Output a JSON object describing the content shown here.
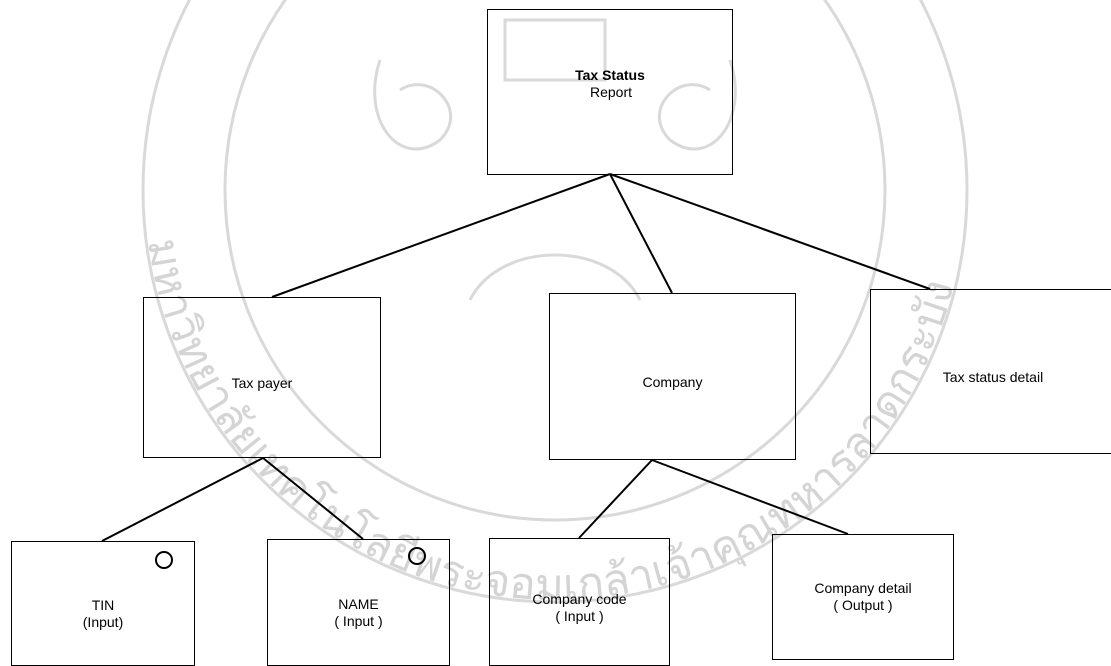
{
  "diagram": {
    "root": {
      "line1": "Tax Status",
      "line2": "Report"
    },
    "level1": [
      {
        "id": "taxpayer",
        "label": "Tax payer"
      },
      {
        "id": "company",
        "label": "Company"
      },
      {
        "id": "detail",
        "label": "Tax status detail"
      }
    ],
    "leaves": [
      {
        "id": "tin",
        "line1": "TIN",
        "line2": "(Input)",
        "marker": "circle"
      },
      {
        "id": "name",
        "line1": "NAME",
        "line2": "( Input )",
        "marker": "circle"
      },
      {
        "id": "ccode",
        "line1": "Company code",
        "line2": "( Input )"
      },
      {
        "id": "cdetail",
        "line1": "Company detail",
        "line2": "( Output )"
      }
    ]
  },
  "watermark": {
    "text": "มหาวิทยาลัยเทคโนโลยีพระจอมเกล้าเจ้าคุณทหารลาดกระบัง"
  }
}
